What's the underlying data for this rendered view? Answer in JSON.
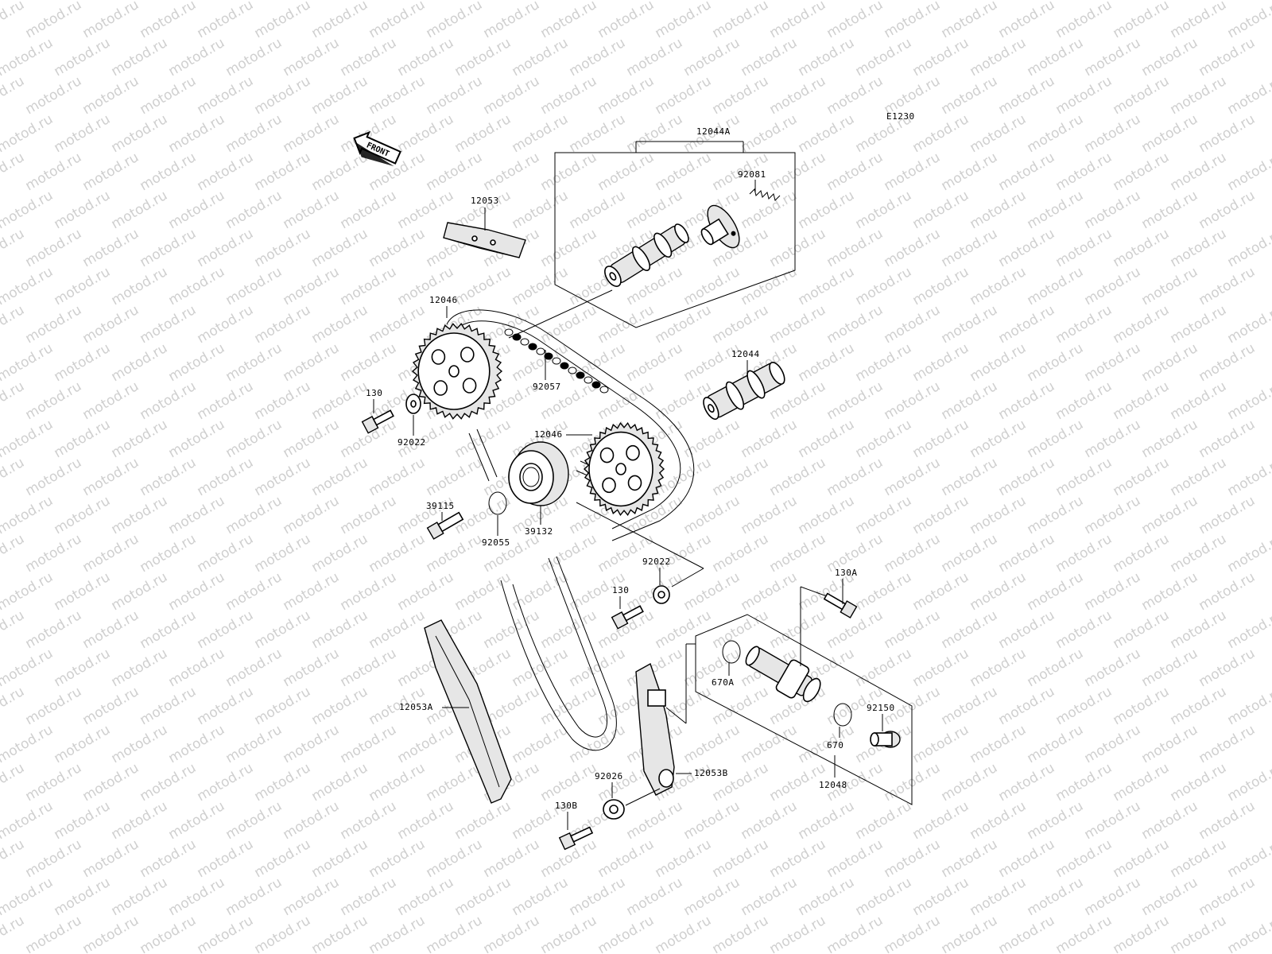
{
  "diagram_code": "E1230",
  "front_label": "FRONT",
  "watermark": "motod.ru",
  "parts": {
    "p12044A": "12044A",
    "p92081": "92081",
    "p12053": "12053",
    "p12046_top": "12046",
    "p130_left": "130",
    "p92022_left": "92022",
    "p92057": "92057",
    "p12044": "12044",
    "p12046_mid": "12046",
    "p39115": "39115",
    "p92055": "92055",
    "p39132": "39132",
    "p92022_right": "92022",
    "p130_mid": "130",
    "p130A": "130A",
    "p670A": "670A",
    "p12053A": "12053A",
    "p92150": "92150",
    "p670": "670",
    "p12048": "12048",
    "p92026": "92026",
    "p12053B": "12053B",
    "p130B": "130B"
  }
}
